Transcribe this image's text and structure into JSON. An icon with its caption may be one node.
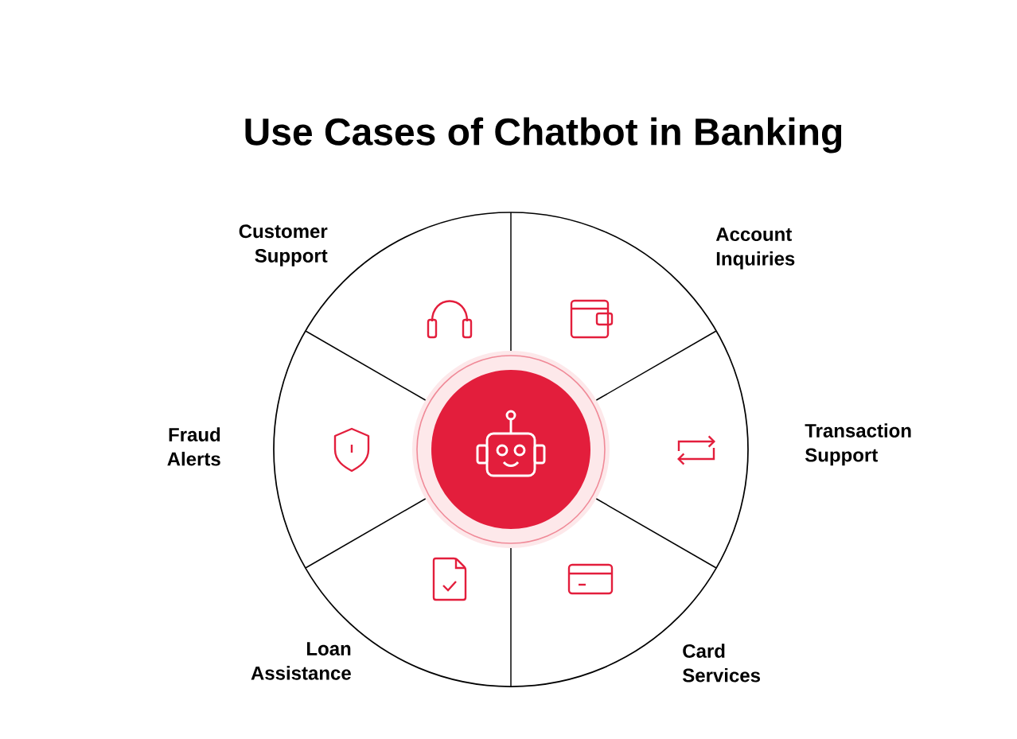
{
  "diagram": {
    "title": "Use Cases of Chatbot in Banking",
    "labels": [
      "Customer Support",
      "Account Inquiries",
      "Transaction Support",
      "Card Services",
      "Loan Assistance",
      "Fraud Alerts"
    ]
  }
}
